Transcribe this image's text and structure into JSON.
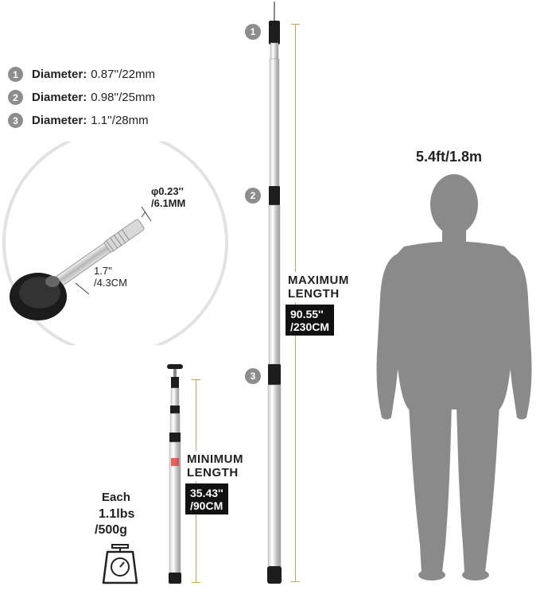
{
  "specs": [
    {
      "num": "1",
      "key": "Diameter:",
      "value": "0.87''/22mm"
    },
    {
      "num": "2",
      "key": "Diameter:",
      "value": "0.98''/25mm"
    },
    {
      "num": "3",
      "key": "Diameter:",
      "value": "1.1''/28mm"
    }
  ],
  "pole_markers": [
    "1",
    "2",
    "3"
  ],
  "inset": {
    "tip_dim_line1": "φ0.23''",
    "tip_dim_line2": "/6.1MM",
    "pin_len_line1": "1.7''",
    "pin_len_line2": "/4.3CM"
  },
  "maximum": {
    "title_line1": "MAXIMUM",
    "title_line2": "LENGTH",
    "value_line1": "90.55''",
    "value_line2": "/230CM"
  },
  "minimum": {
    "title_line1": "MINIMUM",
    "title_line2": "LENGTH",
    "value_line1": "35.43''",
    "value_line2": "/90CM"
  },
  "human": {
    "height_label": "5.4ft/1.8m"
  },
  "weight": {
    "line1": "Each",
    "line2": "1.1lbs",
    "line3": "/500g"
  },
  "colors": {
    "badge": "#8d8d8d",
    "dimension_line": "#c9a45a",
    "silhouette": "#8a8a8a",
    "label_box": "#111111"
  },
  "icons": [
    "scale-icon",
    "human-silhouette",
    "telescopic-pole"
  ]
}
